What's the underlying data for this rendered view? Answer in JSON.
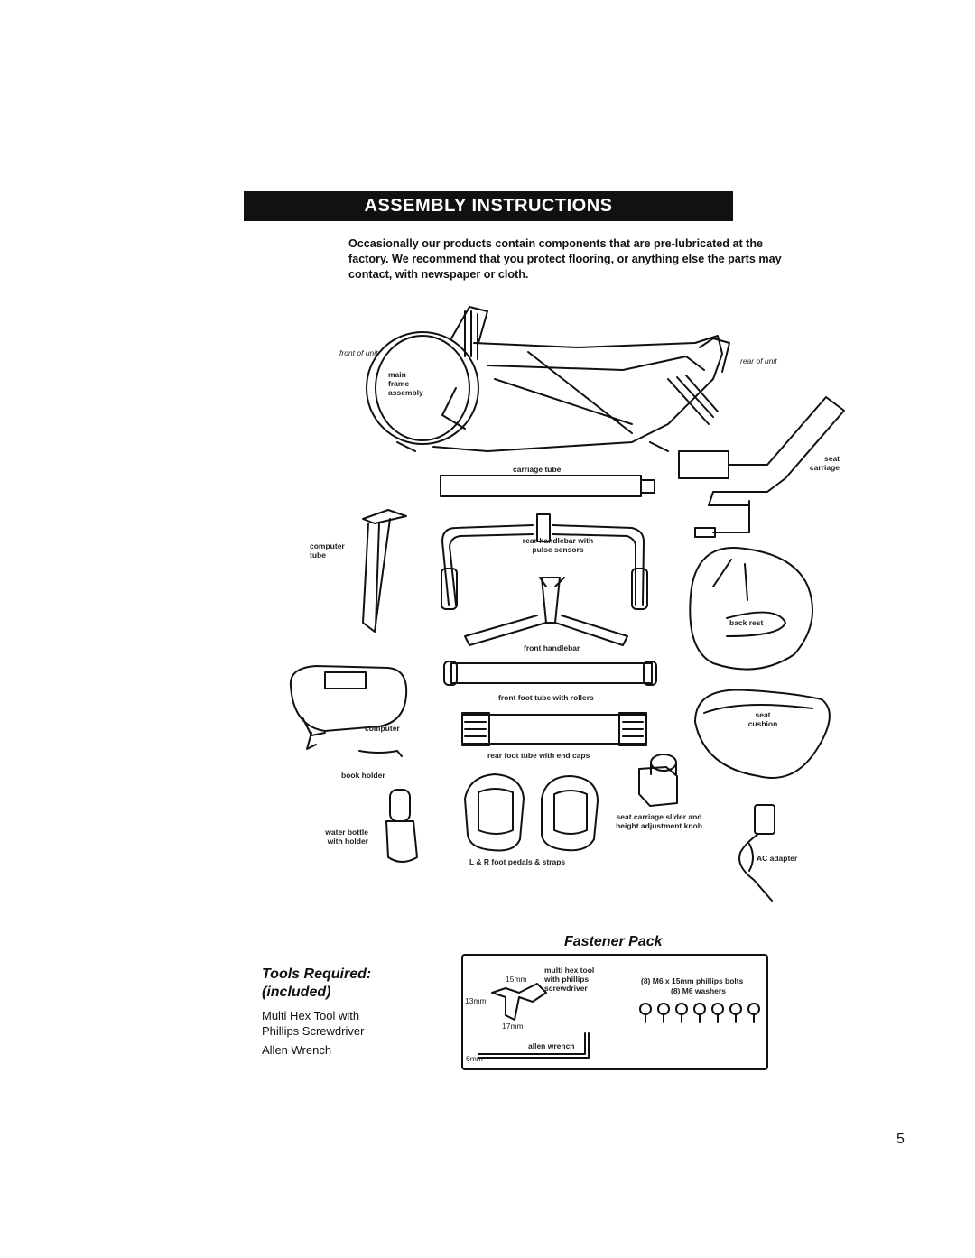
{
  "header": {
    "title": "ASSEMBLY INSTRUCTIONS",
    "intro": "Occasionally our products contain components that are pre-lubricated at the factory. We recommend that you protect flooring, or anything else the parts may contact, with newspaper or cloth."
  },
  "parts": {
    "front_of_unit": "front of unit",
    "rear_of_unit": "rear of unit",
    "main_frame": "main frame assembly",
    "carriage_tube": "carriage tube",
    "seat_carriage": "seat carriage",
    "computer_tube": "computer tube",
    "rear_handlebar": "rear handlebar with pulse sensors",
    "back_rest": "back rest",
    "front_handlebar": "front handlebar",
    "front_foot_tube": "front foot tube with rollers",
    "seat_cushion": "seat cushion",
    "computer": "computer",
    "rear_foot_tube": "rear foot tube with end caps",
    "book_holder": "book holder",
    "water_bottle": "water bottle with holder",
    "seat_knob": "seat carriage slider and height adjustment knob",
    "foot_pedals": "L & R foot pedals & straps",
    "ac_adapter": "AC adapter"
  },
  "fastener": {
    "title": "Fastener Pack",
    "hex_tool": "multi hex tool with phillips screwdriver",
    "size_15": "15mm",
    "size_13": "13mm",
    "size_17": "17mm",
    "size_6": "6mm",
    "allen": "allen wrench",
    "bolts": "(8) M6 x 15mm phillips bolts",
    "washers": "(8) M6 washers"
  },
  "tools": {
    "title_line1": "Tools Required:",
    "title_line2": "included)",
    "items": [
      "Multi Hex Tool with",
      "Phillips Screwdriver",
      "Allen Wrench"
    ]
  },
  "page_number": "5"
}
